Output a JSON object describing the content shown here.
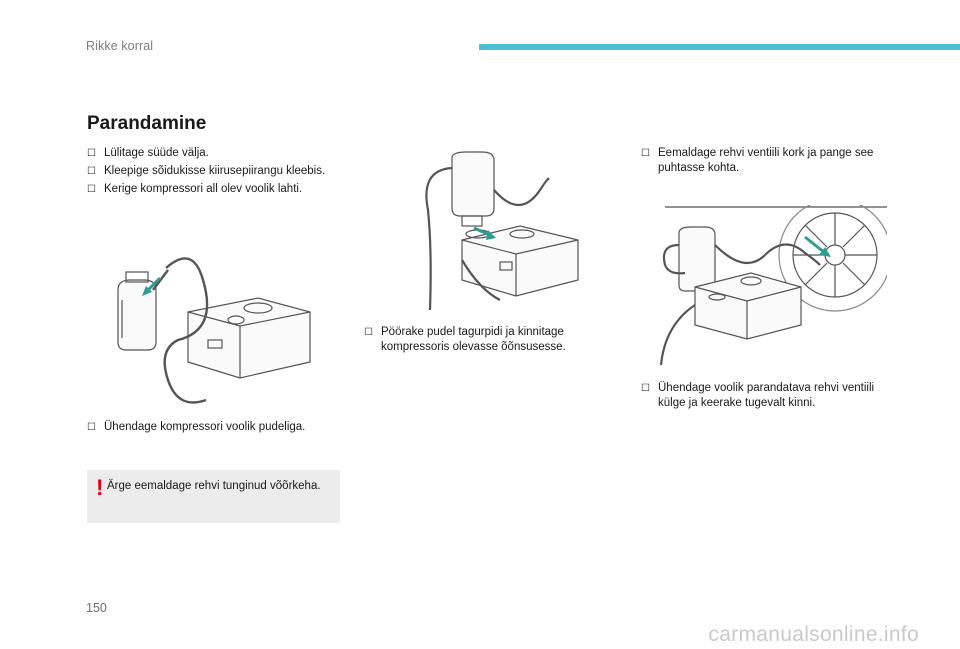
{
  "header": {
    "title": "Rikke korral"
  },
  "section": {
    "title": "Parandamine"
  },
  "col1": {
    "steps": [
      "Lülitage süüde välja.",
      "Kleepige sõidukisse kiirusepiirangu kleebis.",
      "Kerige kompressori all olev voolik lahti."
    ],
    "caption": "Ühendage kompressori voolik pudeliga."
  },
  "warning": {
    "text": "Ärge eemaldage rehvi tunginud võõrkeha."
  },
  "col2": {
    "caption": "Pöörake pudel tagurpidi ja kinnitage kompressoris olevasse õõnsusesse."
  },
  "col3": {
    "steps": [
      "Eemaldage rehvi ventiili kork ja pange see puhtasse kohta."
    ],
    "caption": "Ühendage voolik parandatava rehvi ventiili külge ja keerake tugevalt kinni."
  },
  "page": {
    "number": "150"
  },
  "watermark": "carmanualsonline.info",
  "colors": {
    "accent_bar": "#4bbfd6",
    "warning": "#e2001a",
    "arrow": "#2f9d8f"
  },
  "icons": {
    "bullet": "check-box-icon",
    "warning": "exclamation-icon"
  }
}
